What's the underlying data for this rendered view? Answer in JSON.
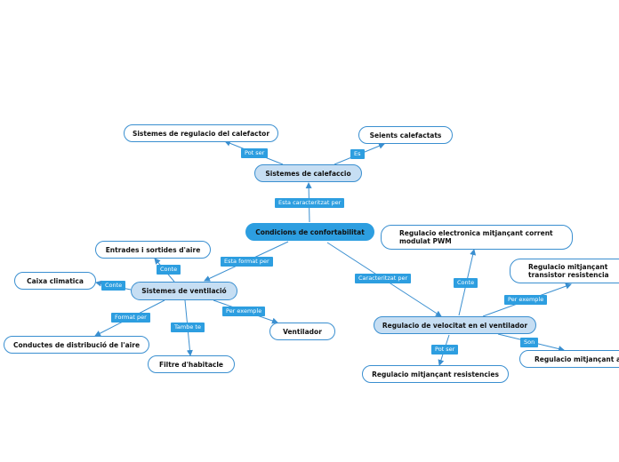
{
  "root": "Condicions de confortabilitat",
  "nodes": {
    "heating_system": "Sistemes de calefaccio",
    "heating_regulation": "Sistemes de regulacio del calefactor",
    "heated_seats": "Seients calefactats",
    "ventilation_system": "Sistemes de ventilació",
    "air_inlets": "Entrades i sortides d'aire",
    "climate_box": "Caixa climatica",
    "air_ducts": "Conductes de distribució de l'aire",
    "cabin_filter": "Filtre d'habitacle",
    "fan": "Ventilador",
    "fan_speed_regulation": "Regulacio de velocitat en el ventilador",
    "pwm_regulation": "Regulacio electronica mitjançant corrent modulat PWM",
    "transistor_regulation": "Regulacio mitjançant transistor resistencia",
    "resistor_regulation": "Regulacio mitjançant resistencies",
    "adjust_regulation": "Regulacio mitjançant  aj"
  },
  "links": {
    "characterized_by_heating": "Esta caracteritzat per",
    "can_be": "Pot ser",
    "is": "Es",
    "formed_by": "Esta format per",
    "contains_inlets": "Conte",
    "contains_box": "Conte",
    "formed_by_ducts": "Format per",
    "also": "Tambe te",
    "for_example_fan": "Per exemple",
    "characterized_by_speed": "Caracteritzat per",
    "contains_pwm": "Conte",
    "for_example_transistor": "Per exemple",
    "can_be_resistor": "Pot ser",
    "are": "Son"
  },
  "colors": {
    "root_fill": "#2d9ee0",
    "light_fill": "#c6def3",
    "border": "#3a8fd0",
    "line": "#3a8fd0",
    "label_fill": "#2d9ee0"
  }
}
